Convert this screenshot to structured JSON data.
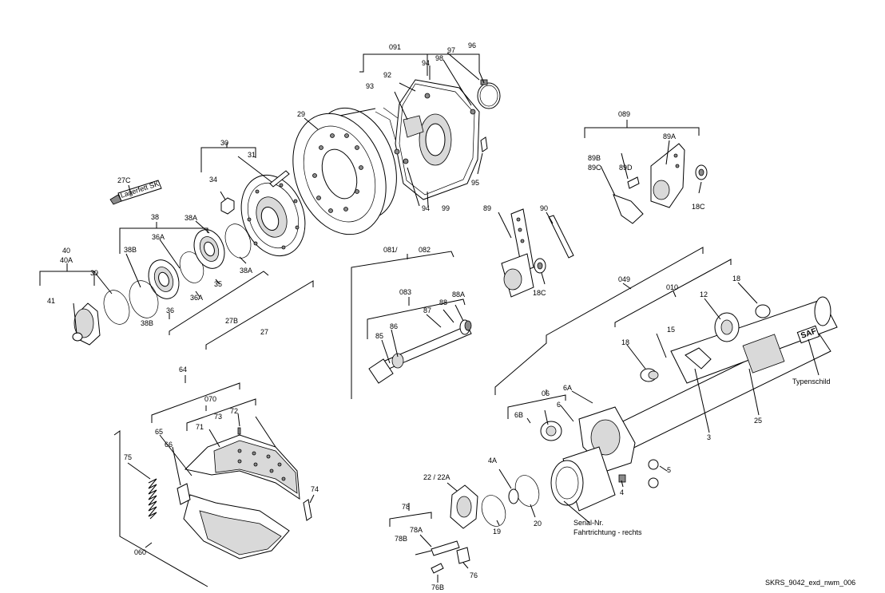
{
  "labels": {
    "l091": "091",
    "l96": "96",
    "l97": "97",
    "l98": "98",
    "l94a": "94",
    "l92": "92",
    "l93": "93",
    "l94b": "94",
    "l99": "99",
    "l95": "95",
    "l29": "29",
    "l30": "30",
    "l31": "31",
    "l34": "34",
    "l27c": "27C",
    "l38": "38",
    "l38a1": "38A",
    "l36a1": "36A",
    "l38b1": "38B",
    "l40": "40",
    "l40a": "40A",
    "l39": "39",
    "l41": "41",
    "l36": "36",
    "l36a2": "36A",
    "l35": "35",
    "l38a2": "38A",
    "l38b2": "38B",
    "l27b": "27B",
    "l27": "27",
    "l089": "089",
    "l89a": "89A",
    "l89b": "89B",
    "l89c": "89C",
    "l89d": "89D",
    "l18c1": "18C",
    "l89": "89",
    "l90": "90",
    "l18c2": "18C",
    "l081": "081/",
    "l082": "082",
    "l083": "083",
    "l88a": "88A",
    "l88": "88",
    "l87": "87",
    "l86": "86",
    "l85": "85",
    "l049": "049",
    "l010": "010",
    "l18a": "18",
    "l12": "12",
    "l15": "15",
    "l18b": "18",
    "l3": "3",
    "l25": "25",
    "l06": "06",
    "l6a": "6A",
    "l6": "6",
    "l6b": "6B",
    "l5": "5",
    "l4": "4",
    "l4a": "4A",
    "l20": "20",
    "l19": "19",
    "l22": "22 / 22A",
    "l78": "78",
    "l78a": "78A",
    "l78b": "78B",
    "l76": "76",
    "l76b": "76B",
    "l64": "64",
    "l070": "070",
    "l73": "73",
    "l72": "72",
    "l71": "71",
    "l65": "65",
    "l66": "66",
    "l75": "75",
    "l74": "74",
    "l060": "060"
  },
  "annotations": {
    "typenschild": "Typenschild",
    "serial": "Serial-Nr.",
    "direction": "Fahrtrichtung - rechts",
    "drawing_id": "SKRS_9042_exd_nwm_006",
    "tube_label": "Lagerfett SK",
    "plate_text": "SAF"
  },
  "colors": {
    "ink": "#000000",
    "paper": "#ffffff",
    "shade": "#d9d9d9"
  }
}
